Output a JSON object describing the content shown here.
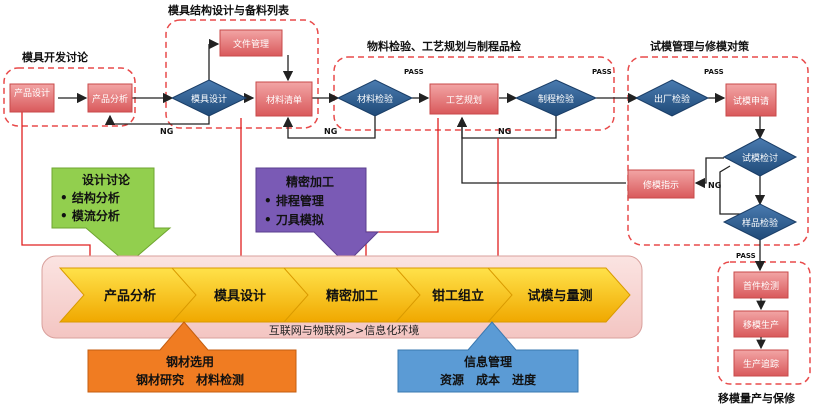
{
  "groups": {
    "dev_discussion": "模具开发讨论",
    "design_bom": "模具结构设计与备料列表",
    "inspection_planning": "物料检验、工艺规划与制程品检",
    "trial_repair": "试模管理与修模对策",
    "production_warranty": "移模量产与保修"
  },
  "nodes": {
    "product_design": "产品设计",
    "product_analysis": "产品分析",
    "mold_design": "模具设计",
    "file_management": "文件管理",
    "material_list": "材料清单",
    "material_inspection": "材料检验",
    "process_planning": "工艺规划",
    "process_inspection": "制程检验",
    "factory_inspection": "出厂检验",
    "trial_request": "试模申请",
    "trial_inspection": "试模检讨",
    "sample_inspection": "样品检验",
    "repair_instruction": "修模指示",
    "first_piece": "首件检测",
    "transfer_production": "移模生产",
    "production_tracking": "生产追踪"
  },
  "flow_labels": {
    "pass": "PASS",
    "ng": "NG"
  },
  "callouts": {
    "design_discussion": {
      "title": "设计讨论",
      "items": [
        "结构分析",
        "模流分析"
      ]
    },
    "precision_machining": {
      "title": "精密加工",
      "items": [
        "排程管理",
        "刀具模拟"
      ]
    },
    "steel_selection": {
      "title": "钢材选用",
      "line": "钢材研究　材料检测"
    },
    "info_management": {
      "title": "信息管理",
      "line": "资源　成本　进度"
    }
  },
  "pipeline": {
    "stages": [
      "产品分析",
      "模具设计",
      "精密加工",
      "钳工组立",
      "试模与量测"
    ],
    "environment": "互联网与物联网>>信息化环境"
  },
  "colors": {
    "red_box": "#e8898a",
    "blue_diamond": "#2e5e8e",
    "dashed_border": "#e84a4a",
    "arrow_yellow": "#f8c41a",
    "green_callout": "#92cf4e",
    "purple_callout": "#7a5ab5",
    "orange_callout": "#f07c22",
    "blue_callout": "#5b9bd5"
  }
}
